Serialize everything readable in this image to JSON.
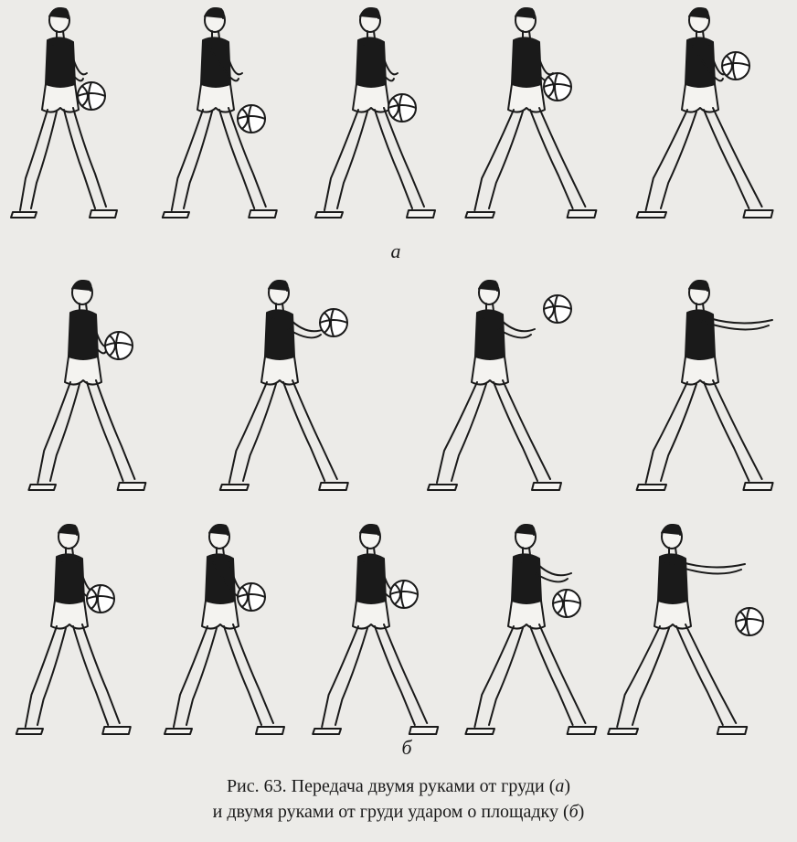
{
  "labels": {
    "a": "а",
    "b": "б"
  },
  "caption": {
    "line1_text": "Рис. 63. Передача двумя руками от груди (",
    "line1_letter": "а",
    "line1_end": ")",
    "line2_text": "и двумя руками от груди ударом о площадку (",
    "line2_letter": "б",
    "line2_end": ")"
  },
  "colors": {
    "ink": "#1a1a1a",
    "paper": "#ecebe8",
    "ball": "#ffffff"
  }
}
